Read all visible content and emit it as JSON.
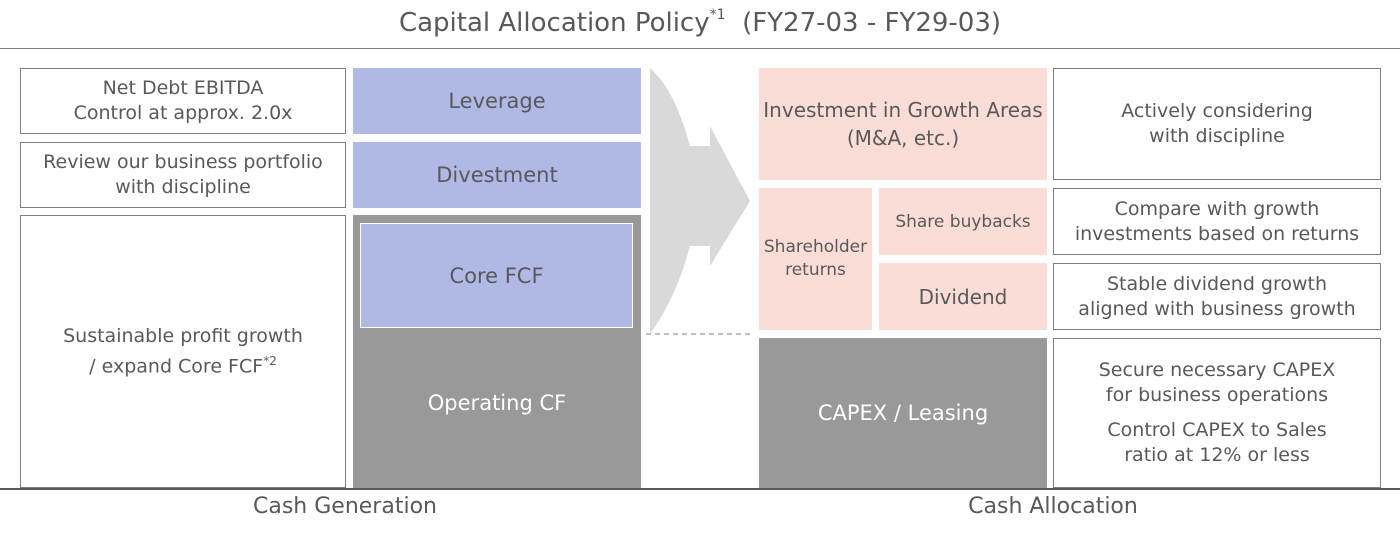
{
  "title": {
    "main": "Capital Allocation Policy",
    "sup": "*1",
    "period": "(FY27-03 - FY29-03)"
  },
  "left_descriptions": {
    "leverage": [
      "Net Debt EBITDA",
      "Control at approx. 2.0x"
    ],
    "divestment": [
      "Review our business portfolio",
      "with discipline"
    ],
    "operating": [
      "Sustainable profit growth",
      "/ expand Core FCF"
    ],
    "operating_sup": "*2"
  },
  "sources": {
    "leverage": "Leverage",
    "divestment": "Divestment",
    "core_fcf": "Core FCF",
    "operating_cf": "Operating CF"
  },
  "uses": {
    "growth": [
      "Investment in Growth Areas",
      "(M&A, etc.)"
    ],
    "shareholder_returns": [
      "Shareholder",
      "returns"
    ],
    "share_buybacks": "Share buybacks",
    "dividend": "Dividend",
    "capex": "CAPEX / Leasing"
  },
  "right_descriptions": {
    "growth": [
      "Actively considering",
      "with discipline"
    ],
    "buybacks": [
      "Compare with growth",
      "investments based on returns"
    ],
    "dividend": [
      "Stable dividend growth",
      "aligned with business growth"
    ],
    "capex_1": [
      "Secure necessary CAPEX",
      "for business operations"
    ],
    "capex_2": [
      "Control CAPEX to Sales",
      "ratio at 12% or less"
    ]
  },
  "footers": {
    "generation": "Cash Generation",
    "allocation": "Cash Allocation"
  },
  "colors": {
    "blue": "#b0b8e6",
    "grey": "#999999",
    "pink": "#fbddd8",
    "arrow": "#d9d9d9",
    "border": "#7f7f7f"
  }
}
